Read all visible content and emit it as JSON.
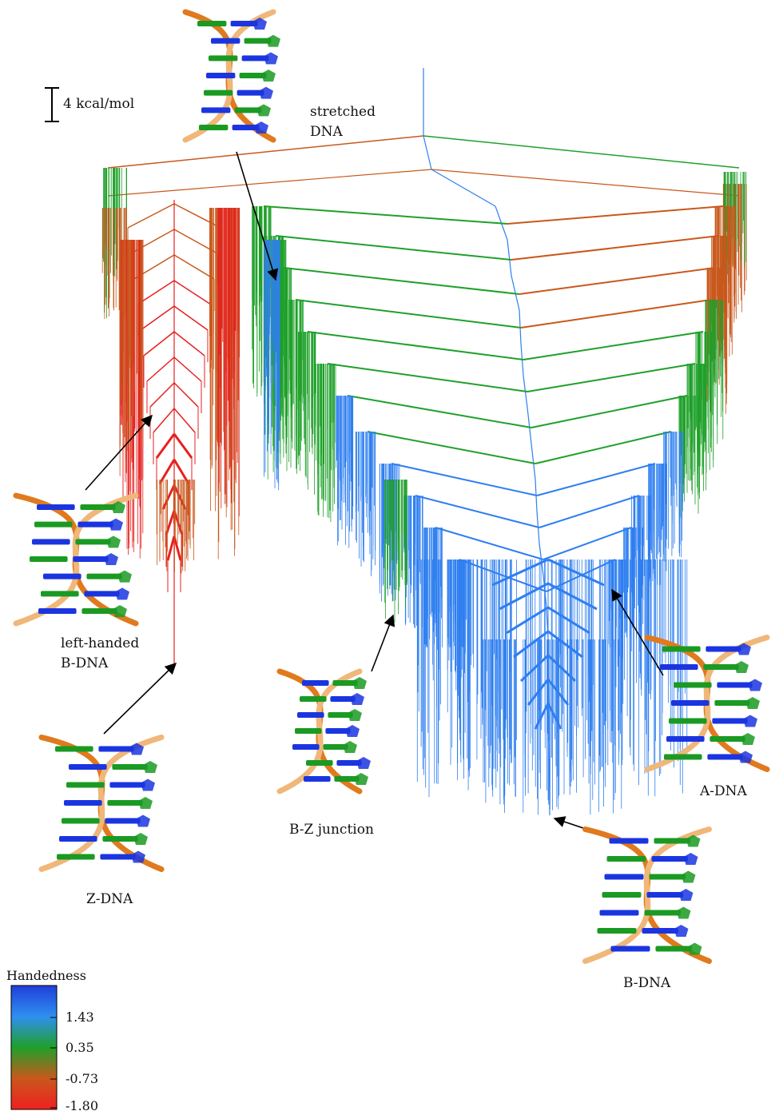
{
  "scale_bar": {
    "label": "4 kcal/mol"
  },
  "structures": [
    {
      "id": "stretched",
      "label_lines": [
        "stretched",
        "DNA"
      ]
    },
    {
      "id": "left-handed",
      "label_lines": [
        "left-handed",
        "B-DNA"
      ]
    },
    {
      "id": "z-dna",
      "label_lines": [
        "Z-DNA"
      ]
    },
    {
      "id": "bz-junction",
      "label_lines": [
        "B-Z junction"
      ]
    },
    {
      "id": "a-dna",
      "label_lines": [
        "A-DNA"
      ]
    },
    {
      "id": "b-dna",
      "label_lines": [
        "B-DNA"
      ]
    }
  ],
  "colorbar": {
    "title": "Handedness",
    "ticks": [
      "1.43",
      "0.35",
      "-0.73",
      "-1.80"
    ],
    "colors": [
      "#1f3fd8",
      "#2f8ff0",
      "#1fa02a",
      "#c8581c",
      "#f02020"
    ]
  },
  "colors": {
    "blue": "#2f7ff0",
    "green": "#1fa02a",
    "orange": "#c8581c",
    "red": "#e62020",
    "ribbon": "#e07a1e"
  }
}
